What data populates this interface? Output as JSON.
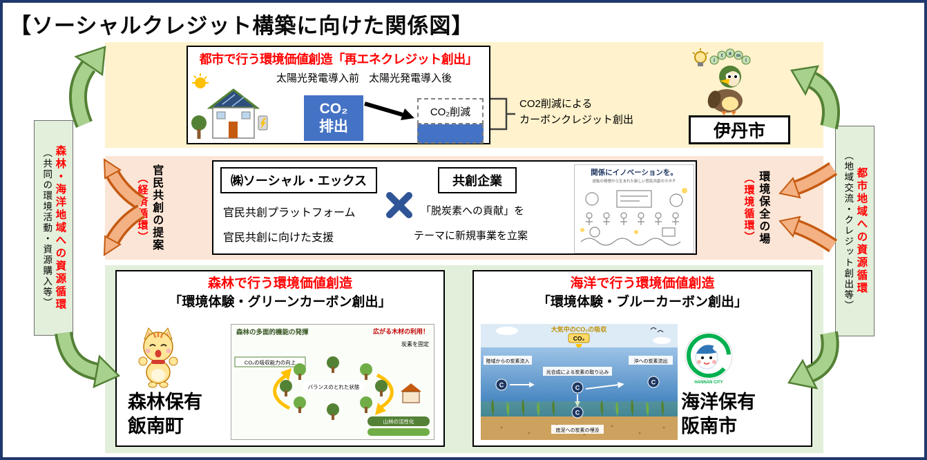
{
  "page": {
    "title": "【ソーシャルクレジット構築に向けた関係図】"
  },
  "colors": {
    "border_navy": "#20386B",
    "highlight_red": "#FF0000",
    "co2_blue": "#4472C4",
    "panel_cream": "#FFF2CC",
    "panel_peach": "#FBE5D6",
    "panel_green": "#E2EFDA",
    "arrow_green": "#A9D18E",
    "arrow_green_edge": "#538135",
    "arrow_orange": "#F4B183",
    "arrow_orange_edge": "#C55A11"
  },
  "top_panel": {
    "title": "都市で行う環境価値創造「再エネクレジット創出」",
    "before_label": "太陽光発電導入前",
    "after_label": "太陽光発電導入後",
    "co2_line1": "CO₂",
    "co2_line2": "排出",
    "co2_reduction": "CO₂削減",
    "note_line1": "CO2削減による",
    "note_line2": "カーボンクレジット創出",
    "city_name": "伊丹市",
    "mascot_letters": [
      "i",
      "t",
      "a",
      "m",
      "i"
    ]
  },
  "left_route": {
    "main": "森林・海洋地域への資源循環",
    "sub": "（共同の環境活動・資源購入等）"
  },
  "right_route": {
    "main": "都市地域への資源循環",
    "sub": "（地域交流・クレジット創出等）"
  },
  "middle_panel": {
    "left_vertical_main": "官民共創の提案",
    "left_vertical_sub": "（経済循環）",
    "right_vertical_main": "環境保全の場",
    "right_vertical_sub": "（環境循環）",
    "company_name": "㈱ソーシャル・エックス",
    "company_line1": "官民共創プラットフォーム",
    "company_line2": "官民共創に向けた支援",
    "cross_symbol": "✖",
    "partner_name": "共創企業",
    "partner_line1": "「脱炭素への貢献」を",
    "partner_line2": "テーマに新規事業を立案",
    "illustration": {
      "headline": "関係にイノベーションを。",
      "subline": "逆転の発想から生まれた新しい官民共創のカタチ"
    }
  },
  "forest_panel": {
    "title_red": "森林で行う環境価値創造",
    "title_black": "「環境体験・グリーンカーボン創出」",
    "owner_line1": "森林保有",
    "owner_line2": "飯南町",
    "diagram": {
      "caption_tl": "森林の多面的機能の発揮",
      "caption_tr": "広がる木材の利用！",
      "carbon_fix": "炭素を固定",
      "absorb": "CO₂の吸収能力の向上",
      "balance": "バランスのとれた状態",
      "pill": "山林の活性化"
    }
  },
  "ocean_panel": {
    "title_red": "海洋で行う環境価値創造",
    "title_black": "「環境体験・ブルーカーボン創出」",
    "owner_line1": "海洋保有",
    "owner_line2": "阪南市",
    "mascot_text": "HANNAN CITY",
    "diagram": {
      "title": "大気中のCO₂の吸収",
      "co2": "CO₂",
      "inflow": "陸域からの炭素流入",
      "photosynthesis": "光合成による炭素の取り込み",
      "offshore": "沖への炭素流出",
      "burial": "底泥への炭素の埋没",
      "c_label": "C"
    }
  }
}
